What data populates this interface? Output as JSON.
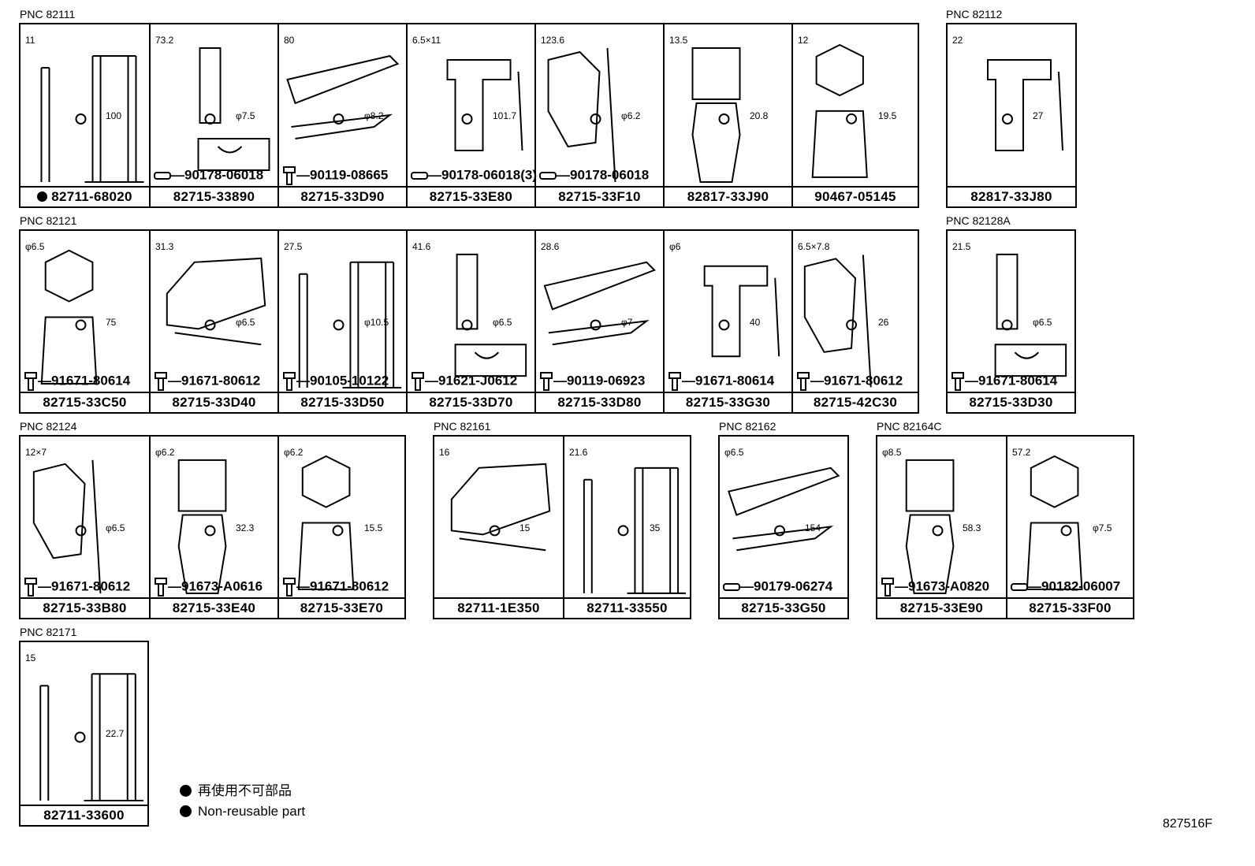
{
  "groups": [
    {
      "pnc": "PNC 82111",
      "cells": [
        {
          "pn": "82711-68020",
          "nonreusable": true,
          "fastener": "",
          "dims": [
            "11",
            "100"
          ]
        },
        {
          "pn": "82715-33890",
          "fastener": "90178-06018",
          "ftype": "pin",
          "dims": [
            "73.2",
            "φ7.5"
          ]
        },
        {
          "pn": "82715-33D90",
          "fastener": "90119-08665",
          "ftype": "bolt",
          "dims": [
            "80",
            "φ8.2"
          ]
        },
        {
          "pn": "82715-33E80",
          "fastener": "90178-06018(3)",
          "ftype": "pin",
          "dims": [
            "6.5×11",
            "101.7"
          ]
        },
        {
          "pn": "82715-33F10",
          "fastener": "90178-06018",
          "ftype": "pin",
          "dims": [
            "123.6",
            "φ6.2"
          ]
        },
        {
          "pn": "82817-33J90",
          "fastener": "",
          "dims": [
            "13.5",
            "20.8"
          ]
        },
        {
          "pn": "90467-05145",
          "fastener": "",
          "dims": [
            "12",
            "19.5"
          ]
        }
      ]
    },
    {
      "pnc": "PNC 82112",
      "cells": [
        {
          "pn": "82817-33J80",
          "fastener": "",
          "dims": [
            "22",
            "27"
          ]
        }
      ]
    },
    {
      "pnc": "PNC 82121",
      "cells": [
        {
          "pn": "82715-33C50",
          "fastener": "91671-80614",
          "ftype": "bolt",
          "dims": [
            "φ6.5",
            "75"
          ]
        },
        {
          "pn": "82715-33D40",
          "fastener": "91671-80612",
          "ftype": "bolt",
          "dims": [
            "31.3",
            "φ6.5"
          ]
        },
        {
          "pn": "82715-33D50",
          "fastener": "90105-10122",
          "ftype": "bolt",
          "dims": [
            "27.5",
            "φ10.5"
          ]
        },
        {
          "pn": "82715-33D70",
          "fastener": "91621-J0612",
          "ftype": "bolt",
          "dims": [
            "41.6",
            "φ6.5"
          ]
        },
        {
          "pn": "82715-33D80",
          "fastener": "90119-06923",
          "ftype": "bolt",
          "dims": [
            "28.6",
            "φ7"
          ]
        },
        {
          "pn": "82715-33G30",
          "fastener": "91671-80614",
          "ftype": "bolt",
          "dims": [
            "φ6",
            "40"
          ]
        },
        {
          "pn": "82715-42C30",
          "fastener": "91671-80612",
          "ftype": "bolt",
          "dims": [
            "6.5×7.8",
            "26"
          ]
        }
      ]
    },
    {
      "pnc": "PNC 82128A",
      "cells": [
        {
          "pn": "82715-33D30",
          "fastener": "91671-80614",
          "ftype": "bolt",
          "dims": [
            "21.5",
            "φ6.5"
          ]
        }
      ]
    },
    {
      "pnc": "PNC 82124",
      "cells": [
        {
          "pn": "82715-33B80",
          "fastener": "91671-80612",
          "ftype": "bolt",
          "dims": [
            "12×7",
            "φ6.5"
          ]
        },
        {
          "pn": "82715-33E40",
          "fastener": "91673-A0616",
          "ftype": "bolt",
          "dims": [
            "φ6.2",
            "32.3"
          ]
        },
        {
          "pn": "82715-33E70",
          "fastener": "91671-80612",
          "ftype": "bolt",
          "dims": [
            "φ6.2",
            "15.5"
          ]
        }
      ]
    },
    {
      "pnc": "PNC 82161",
      "cells": [
        {
          "pn": "82711-1E350",
          "fastener": "",
          "dims": [
            "16",
            "15"
          ]
        },
        {
          "pn": "82711-33550",
          "fastener": "",
          "dims": [
            "21.6",
            "35"
          ]
        }
      ]
    },
    {
      "pnc": "PNC 82162",
      "cells": [
        {
          "pn": "82715-33G50",
          "fastener": "90179-06274",
          "ftype": "pin",
          "dims": [
            "φ6.5",
            "154"
          ]
        }
      ]
    },
    {
      "pnc": "PNC 82164C",
      "cells": [
        {
          "pn": "82715-33E90",
          "fastener": "91673-A0820",
          "ftype": "bolt",
          "dims": [
            "φ8.5",
            "58.3"
          ]
        },
        {
          "pn": "82715-33F00",
          "fastener": "90182-06007",
          "ftype": "pin",
          "dims": [
            "57.2",
            "φ7.5"
          ]
        }
      ]
    },
    {
      "pnc": "PNC 82171",
      "cells": [
        {
          "pn": "82711-33600",
          "fastener": "",
          "dims": [
            "15",
            "22.7"
          ]
        }
      ]
    }
  ],
  "legend": {
    "jp": "再使用不可部品",
    "en": "Non-reusable part"
  },
  "illustration_code": "827516F"
}
